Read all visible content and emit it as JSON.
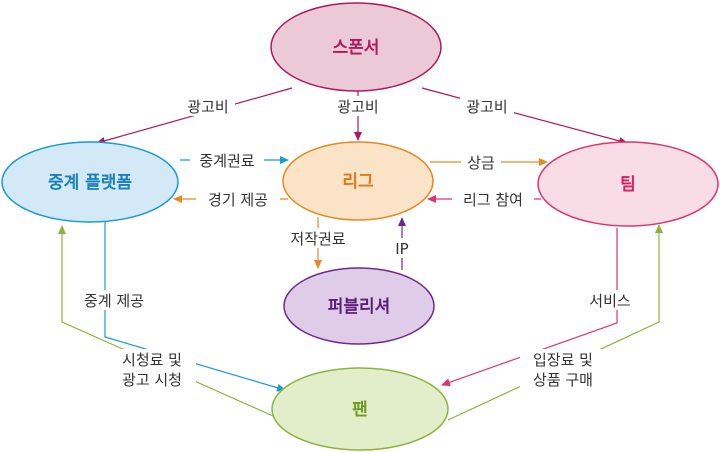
{
  "nodes": {
    "sponsor": "스폰서",
    "league": "리그",
    "platform": "중계 플랫폼",
    "team": "팀",
    "publisher": "퍼블리셔",
    "fan": "팬"
  },
  "edges": {
    "ad_fee_left": "광고비",
    "ad_fee_center": "광고비",
    "ad_fee_right": "광고비",
    "broadcast_rights": "중계권료",
    "game_provision": "경기 제공",
    "prize": "상금",
    "league_participation": "리그 참여",
    "copyright_fee": "저작권료",
    "ip": "IP",
    "broadcast_provision": "중계 제공",
    "viewing_line1": "시청료 및",
    "viewing_line2": "광고 시청",
    "service": "서비스",
    "admission_line1": "입장료 및",
    "admission_line2": "상품 구매"
  },
  "colors": {
    "sponsor": "#b0185e",
    "platform": "#1a9ad6",
    "league": "#e58a1f",
    "team": "#e0336e",
    "publisher": "#6d2a8a",
    "fan": "#8cb43a"
  }
}
